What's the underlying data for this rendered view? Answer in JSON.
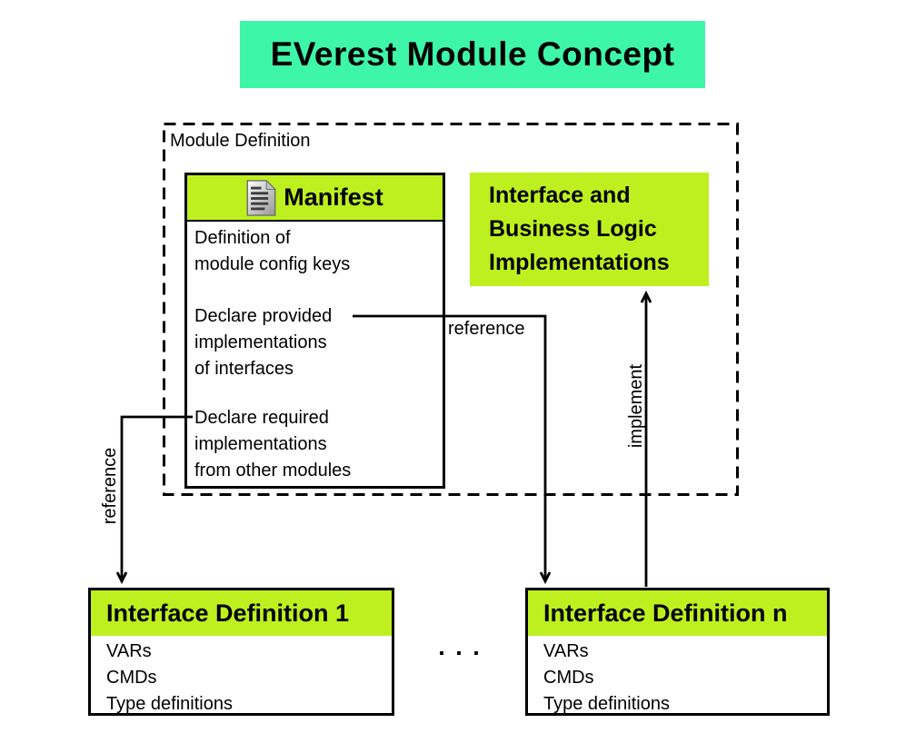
{
  "title": "EVerest Module Concept",
  "module_definition": {
    "label": "Module Definition",
    "manifest": {
      "title": "Manifest",
      "icon": "manifest-document-icon",
      "sections": [
        {
          "lines": [
            "Definition of",
            "module config keys"
          ]
        },
        {
          "lines": [
            "Declare provided",
            "implementations",
            "of interfaces"
          ]
        },
        {
          "lines": [
            "Declare required",
            "implementations",
            "from other modules"
          ]
        }
      ]
    },
    "implementations_box": {
      "lines": [
        "Interface and",
        "Business Logic",
        "Implementations"
      ]
    }
  },
  "connectors": {
    "reference_right_label": "reference",
    "reference_left_label": "reference",
    "implement_label": "implement"
  },
  "interface_definitions": [
    {
      "title": "Interface Definition 1",
      "items": [
        "VARs",
        "CMDs",
        "Type definitions"
      ]
    },
    {
      "title": "Interface Definition n",
      "items": [
        "VARs",
        "CMDs",
        "Type definitions"
      ]
    }
  ],
  "ellipsis": ". . .",
  "colors": {
    "banner_background": "#3DF6A7",
    "box_green": "#BDF01E",
    "line_color": "#000000"
  }
}
